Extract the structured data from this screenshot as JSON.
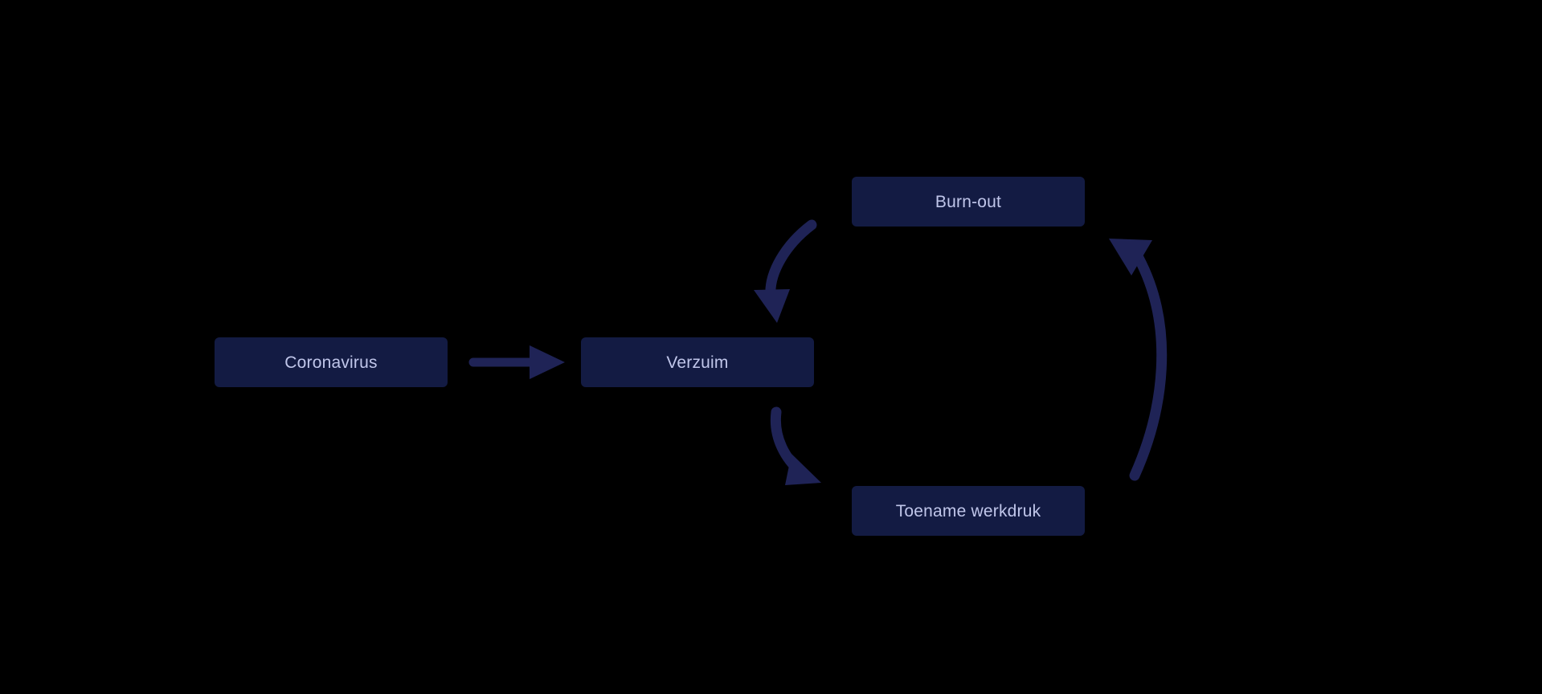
{
  "diagram": {
    "title": "Coronavirus verzuim burn-out werkdruk cyclus",
    "background_color": "#000000",
    "node_fill_color": "#131b43",
    "node_text_color": "#c0c6ea",
    "edge_color": "#1f2356",
    "nodes": [
      {
        "id": "coronavirus",
        "label": "Coronavirus"
      },
      {
        "id": "verzuim",
        "label": "Verzuim"
      },
      {
        "id": "burnout",
        "label": "Burn-out"
      },
      {
        "id": "werkdruk",
        "label": "Toename werkdruk"
      }
    ],
    "edges": [
      {
        "id": "coronavirus-to-verzuim",
        "from": "Coronavirus",
        "to": "Verzuim",
        "style": "straight"
      },
      {
        "id": "verzuim-to-werkdruk",
        "from": "Verzuim",
        "to": "Toename werkdruk",
        "style": "curved"
      },
      {
        "id": "werkdruk-to-burnout",
        "from": "Toename werkdruk",
        "to": "Burn-out",
        "style": "curved"
      },
      {
        "id": "burnout-to-verzuim",
        "from": "Burn-out",
        "to": "Verzuim",
        "style": "curved"
      }
    ]
  }
}
